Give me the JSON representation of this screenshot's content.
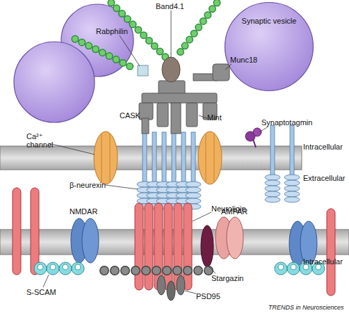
{
  "diagram": {
    "nodes": [
      {
        "text": [
          "Synaptic vesicle"
        ]
      }
    ],
    "labels": [
      "Band4.1",
      "Rabphilin",
      "Munc18",
      "CASK",
      "Mint",
      "Synaptotagmin",
      "Ca²⁺ channel",
      "Intracellular",
      "β-neurexin",
      "Extracellular",
      "Neuroligin",
      "NMDAR",
      "AMPAR",
      "Intracellular",
      "Stargazin",
      "S-SCAM",
      "PSD95",
      "TRENDS in Neurosciences"
    ]
  }
}
